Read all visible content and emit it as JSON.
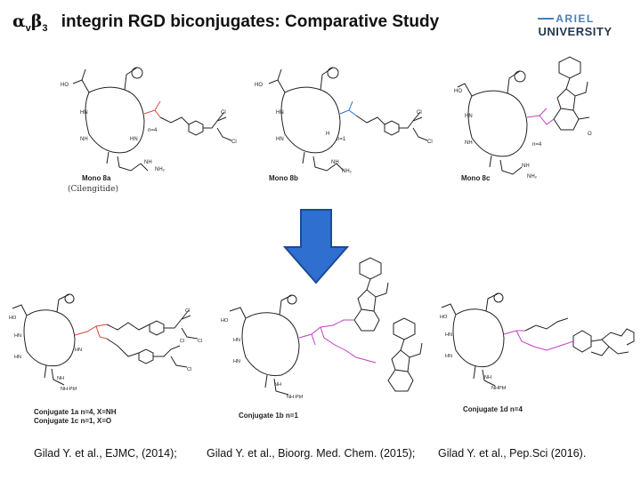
{
  "header": {
    "title_greek_alpha": "α",
    "title_sub_v": "v",
    "title_greek_beta": "β",
    "title_sub_3": "3",
    "title_text": "integrin RGD biconjugates: Comparative Study",
    "logo_line1": "ARIEL",
    "logo_line2": "UNIVERSITY"
  },
  "monomers": {
    "a_label": "Mono 8a",
    "b_label": "Mono 8b",
    "c_label": "Mono 8c",
    "a_n": "n=4",
    "b_n": "n=1",
    "c_n": "n=4",
    "cilengitide": "(Cilengitide)"
  },
  "conjugates": {
    "c1_line1": "Conjugate 1a n=4, X=NH",
    "c1_line2": "Conjugate 1c n=1, X=O",
    "c1b": "Conjugate 1b n=1",
    "c1d": "Conjugate 1d n=4"
  },
  "references": {
    "ref1": "Gilad Y. et al., EJMC, (2014);",
    "ref2": "Gilad Y. et al., Bioorg. Med. Chem. (2015);",
    "ref3": "Gilad Y. et al., Pep.Sci (2016)."
  },
  "colors": {
    "arrow_fill": "#2e6fd0",
    "arrow_stroke": "#1c4a94",
    "linker_red": "#d9463a",
    "linker_magenta": "#c43ec4",
    "logo_blue": "#4a7fb5"
  },
  "icons": {
    "down_arrow": "down-arrow-icon",
    "logo": "ariel-university-logo"
  }
}
